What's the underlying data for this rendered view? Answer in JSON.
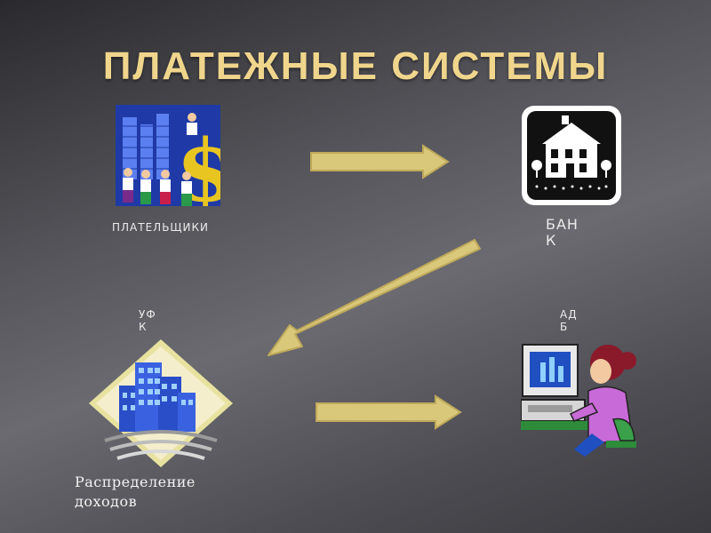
{
  "slide": {
    "title": "ПЛАТЕЖНЫЕ СИСТЕМЫ"
  },
  "nodes": {
    "payers": {
      "label": "ПЛАТЕЛЬЩИКИ",
      "icon": "business-people-money-icon"
    },
    "bank": {
      "label": "БАНК",
      "icon": "bank-house-icon"
    },
    "ufk": {
      "label": "УФК",
      "icon": "office-buildings-icon"
    },
    "adb": {
      "label": "АДБ",
      "icon": "woman-at-computer-icon"
    },
    "distribution": {
      "label": "Распределение доходов"
    }
  },
  "colors": {
    "title": "#f0d68c",
    "arrow": "#d9c77a",
    "label": "#ececec"
  }
}
